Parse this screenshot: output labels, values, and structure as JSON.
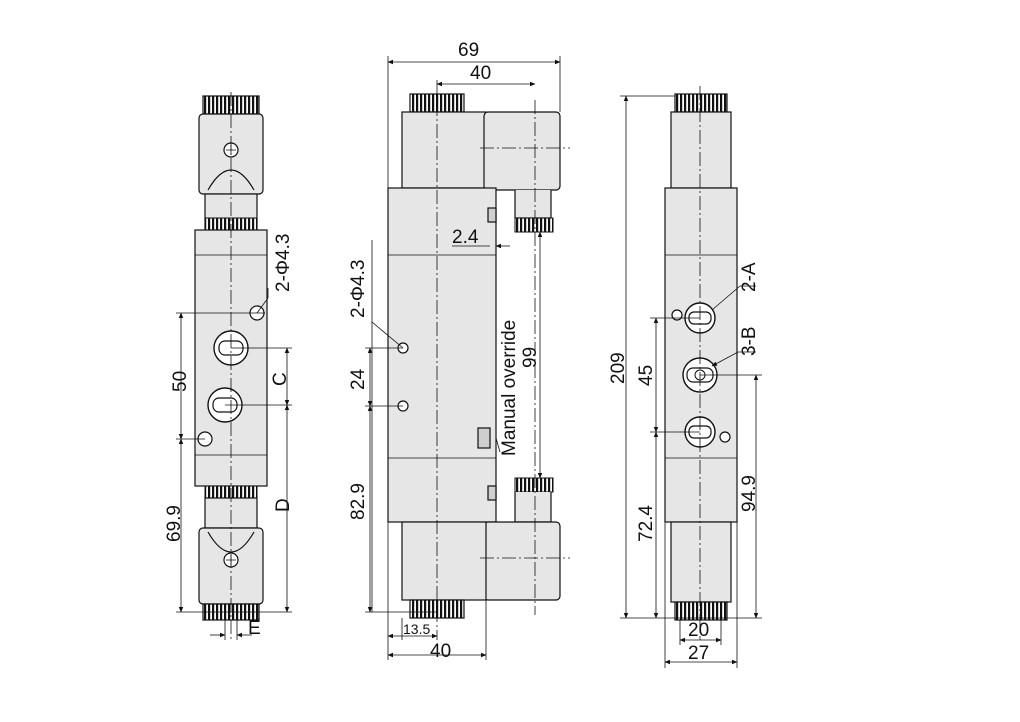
{
  "front_view": {
    "hole_label": "2-Φ4.3",
    "dim_50": "50",
    "dim_69_9": "69.9",
    "dim_c": "C",
    "dim_d": "D",
    "dim_e": "E"
  },
  "side_view": {
    "dim_69": "69",
    "dim_40_top": "40",
    "dim_2_4": "2.4",
    "hole_label": "2-Φ4.3",
    "dim_24": "24",
    "dim_82_9": "82.9",
    "manual_override": "Manual override",
    "dim_99": "99",
    "dim_13_5": "13.5",
    "dim_40_bottom": "40"
  },
  "rear_view": {
    "dim_209": "209",
    "dim_45": "45",
    "dim_72_4": "72.4",
    "dim_94_9": "94.9",
    "port_a": "2-A",
    "port_b": "3-B",
    "dim_20": "20",
    "dim_27": "27"
  }
}
